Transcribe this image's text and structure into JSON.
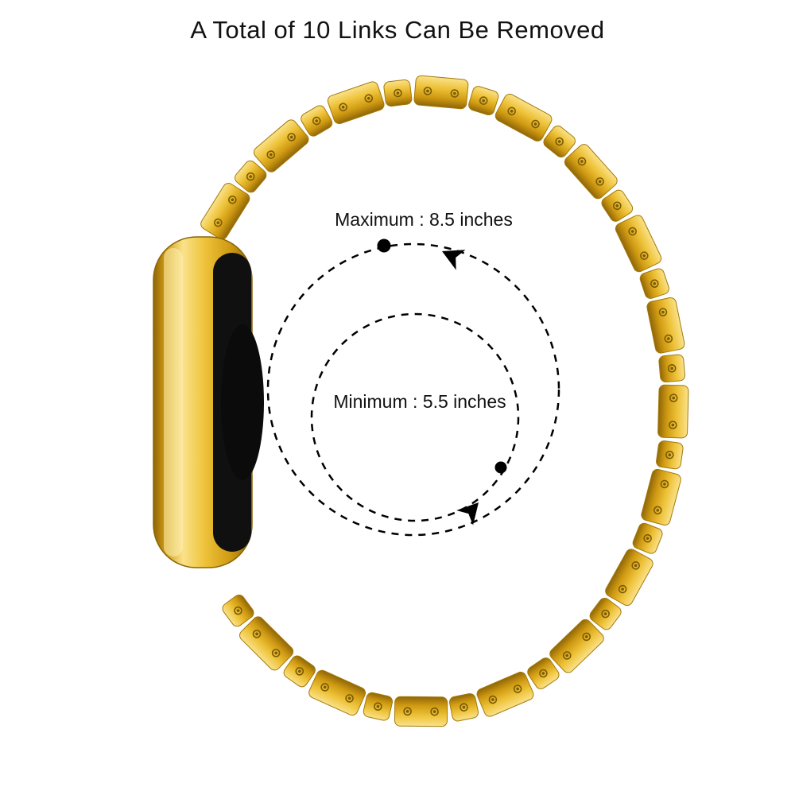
{
  "title": "A Total of 10 Links Can Be Removed",
  "annotations": {
    "maximum_label": "Maximum : 8.5 inches",
    "minimum_label": "Minimum : 5.5 inches"
  },
  "colors": {
    "gold_light": "#fae28b",
    "gold_mid": "#eec33a",
    "gold_deep": "#cf9a12",
    "gold_dark": "#8f6608",
    "gold_stroke": "#a3790c",
    "pin_color": "#7a5a06",
    "screen_black": "#101010",
    "annotation_black": "#000000",
    "text": "#111111"
  }
}
